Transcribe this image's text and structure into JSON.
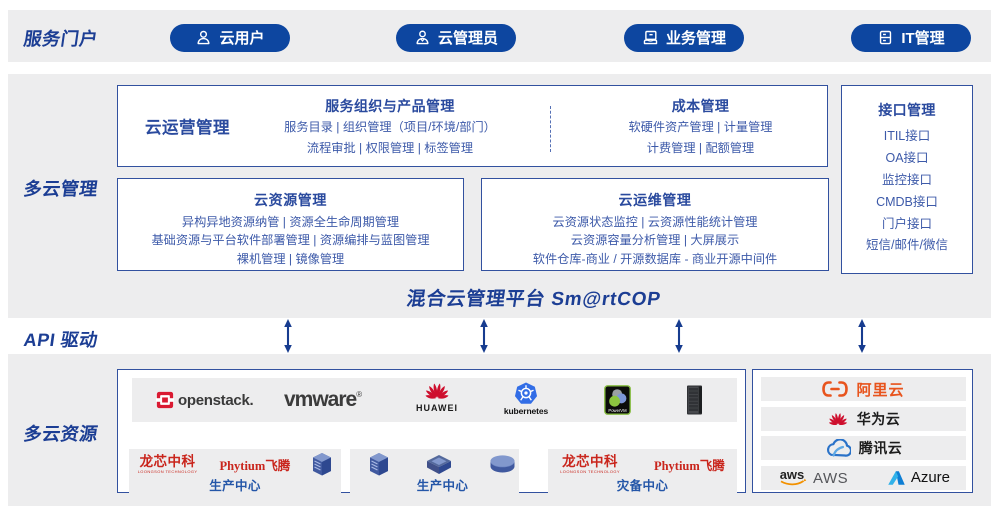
{
  "colors": {
    "band_gray": "#ededee",
    "navy": "#0d46a0",
    "label_navy": "#1c3e94",
    "box_border": "#32519f",
    "heading_blue": "#2a4a9e",
    "body_blue": "#3d5aa9",
    "dc_label_blue": "#2456a8",
    "brand_red": "#c9251c",
    "ali_orange": "#e8541d",
    "huawei_red": "#ce0e2d",
    "k8s_blue": "#326de6",
    "openstack_red": "#da1a32",
    "tencent_blue": "#2f7bd0",
    "aws_orange": "#f29100",
    "azure_blue": "#1490df"
  },
  "portal": {
    "label": "服务门户",
    "pills": [
      {
        "label": "云用户",
        "icon": "user-icon"
      },
      {
        "label": "云管理员",
        "icon": "admin-user-icon"
      },
      {
        "label": "业务管理",
        "icon": "business-monitor-icon"
      },
      {
        "label": "IT管理",
        "icon": "it-server-icon"
      }
    ]
  },
  "management": {
    "label": "多云管理",
    "operation": {
      "title": "云运营管理",
      "service_group": {
        "heading": "服务组织与产品管理",
        "line1": "服务目录 | 组织管理（项目/环境/部门）",
        "line2": "流程审批 | 权限管理 | 标签管理"
      },
      "cost_group": {
        "heading": "成本管理",
        "line1": "软硬件资产管理 | 计量管理",
        "line2": "计费管理 | 配额管理"
      }
    },
    "resource": {
      "heading": "云资源管理",
      "line1": "异构异地资源纳管 | 资源全生命周期管理",
      "line2": "基础资源与平台软件部署管理 | 资源编排与蓝图管理",
      "line3": "裸机管理 | 镜像管理"
    },
    "ops": {
      "heading": "云运维管理",
      "line1": "云资源状态监控 | 云资源性能统计管理",
      "line2": "云资源容量分析管理 | 大屏展示",
      "line3": "软件仓库-商业 / 开源数据库 - 商业开源中间件"
    },
    "interface": {
      "heading": "接口管理",
      "items": [
        "ITIL接口",
        "OA接口",
        "监控接口",
        "CMDB接口",
        "门户接口",
        "短信/邮件/微信"
      ]
    },
    "platform_title": "混合云管理平台 Sm@rtCOP"
  },
  "api": {
    "label": "API 驱动"
  },
  "resources": {
    "label": "多云资源",
    "vendors": {
      "openstack": "openstack.",
      "vmware": "vmware",
      "vmware_reg": "®",
      "huawei": "HUAWEI",
      "kubernetes": "kubernetes",
      "powervm": "PowerVM"
    },
    "datacenters": [
      {
        "brand1": "龙芯中科",
        "brand1_sub": "LOONGSON TECHNOLOGY",
        "brand2": "Phytium飞腾",
        "label": "生产中心"
      },
      {
        "label": "生产中心"
      },
      {
        "brand1": "龙芯中科",
        "brand1_sub": "LOONGSON TECHNOLOGY",
        "brand2": "Phytium飞腾",
        "label": "灾备中心"
      }
    ],
    "public_clouds": {
      "alicloud": "阿里云",
      "huaweicloud": "华为云",
      "tencentcloud": "腾讯云",
      "aws_logo": "aws",
      "aws": "AWS",
      "azure": "Azure"
    }
  }
}
